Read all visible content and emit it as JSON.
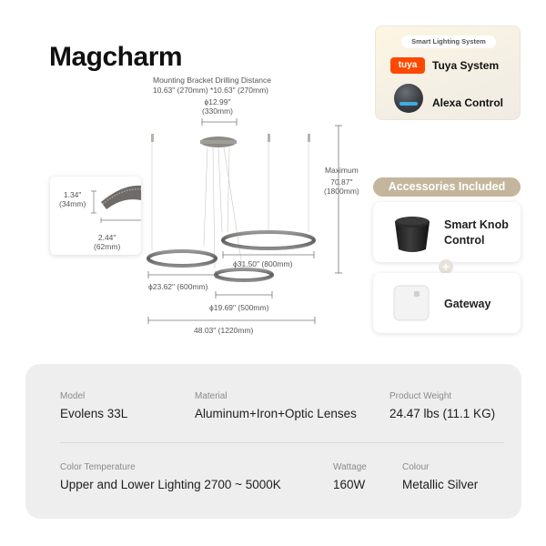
{
  "brand": "Magcharm",
  "diagram": {
    "bracket_title": "Mounting Bracket Drilling Distance",
    "bracket_values": "10.63\" (270mm)  *10.63\" (270mm)",
    "canopy_in": "ϕ12.99\"",
    "canopy_mm": "(330mm)",
    "max_label": "Maximum",
    "max_in": "70.87\"",
    "max_mm": "(1800mm)",
    "detail_h_in": "1.34\"",
    "detail_h_mm": "(34mm)",
    "detail_w_in": "2.44\"",
    "detail_w_mm": "(62mm)",
    "ring_large": "ϕ31.50\" (800mm)",
    "ring_medium": "ϕ23.62\" (600mm)",
    "ring_small": "ϕ19.69\" (500mm)",
    "total_width": "48.03\" (1220mm)"
  },
  "smart_system": {
    "title": "Smart Lighting System",
    "tuya_logo_text": "tuya",
    "tuya_label": "Tuya System",
    "alexa_label": "Alexa Control"
  },
  "accessories": {
    "header": "Accessories Included",
    "knob_label_1": "Smart Knob",
    "knob_label_2": "Control",
    "plus": "+",
    "gateway_label": "Gateway"
  },
  "specs": {
    "model_label": "Model",
    "model_value": "Evolens 33L",
    "material_label": "Material",
    "material_value": "Aluminum+Iron+Optic Lenses",
    "weight_label": "Product Weight",
    "weight_value": "24.47 lbs (11.1 KG)",
    "temp_label": "Color Temperature",
    "temp_value": "Upper and Lower Lighting 2700 ~ 5000K",
    "wattage_label": "Wattage",
    "wattage_value": "160W",
    "colour_label": "Colour",
    "colour_value": "Metallic Silver"
  }
}
